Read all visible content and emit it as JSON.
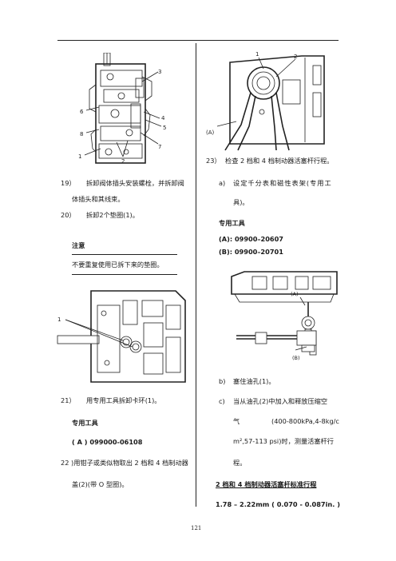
{
  "left": {
    "fig1": {
      "callouts": [
        "3",
        "6",
        "4",
        "8",
        "5",
        "7",
        "1",
        "2"
      ]
    },
    "step19": {
      "num": "19）",
      "line1": "拆卸阀体插头安装螺栓，并拆卸阀",
      "line2": "体插头和其线束。"
    },
    "step20": {
      "num": "20）",
      "text": "拆卸2个垫圈(1)。"
    },
    "note": {
      "title": "注意",
      "text": "不要重复使用已拆下来的垫圈。"
    },
    "fig2": {
      "callouts": [
        "1"
      ]
    },
    "step21": {
      "num": "21）",
      "text": "用专用工具拆卸卡环(1)。"
    },
    "tool_title": "专用工具",
    "tool_item": "( A ) 099000-06108",
    "step22": {
      "line1": "22 )用钳子或类似物取出 2 档和 4 档制动器",
      "line2": "盖(2)(带 O 型圈)。"
    }
  },
  "right": {
    "fig3": {
      "callouts": [
        "1",
        "2",
        "(A)"
      ]
    },
    "step23": {
      "num": "23）",
      "text": "检查 2 档和 4 档制动器活塞杆行程。"
    },
    "sub_a": {
      "num": "a)",
      "line1": "设定千分表和磁性表架(专用工",
      "line2": "具)。"
    },
    "tool_title": "专用工具",
    "tool_a": "(A): 09900–20607",
    "tool_b": "(B): 09900–20701",
    "fig4": {
      "callouts": [
        "(A)",
        "(B)"
      ]
    },
    "sub_b": {
      "num": "b)",
      "text": "塞住油孔(1)。"
    },
    "sub_c": {
      "num": "c)",
      "line1": "当从油孔(2)中加入和释放压缩空",
      "line2_a": "气",
      "line2_b": "(400-800kPa,4-8kg/c",
      "line3": "m²,57-113 psi)时，测量活塞杆行",
      "line4": "程。"
    },
    "spec_title": "2 档和 4 档制动器活塞杆标准行程",
    "spec_value": "1.78 – 2.22mm ( 0.070 - 0.087in. )"
  },
  "page_number": "121"
}
